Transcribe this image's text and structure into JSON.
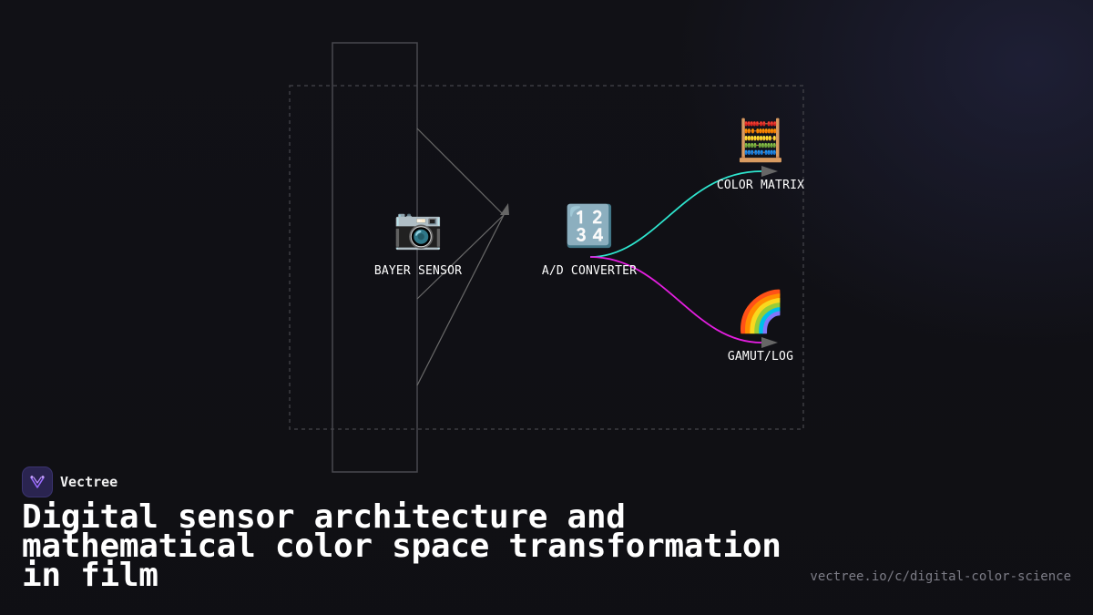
{
  "diagram": {
    "nodes": [
      {
        "id": "bayer-sensor",
        "label": "BAYER SENSOR",
        "icon": "camera-icon",
        "glyph": "📷"
      },
      {
        "id": "ad-converter",
        "label": "A/D CONVERTER",
        "icon": "numbers-1234-icon",
        "glyph": "🔢"
      },
      {
        "id": "color-matrix",
        "label": "COLOR MATRIX",
        "icon": "abacus-icon",
        "glyph": "🧮"
      },
      {
        "id": "gamut-log",
        "label": "GAMUT/LOG",
        "icon": "rainbow-icon",
        "glyph": "🌈"
      }
    ],
    "edges": [
      {
        "from": "bayer-sensor",
        "to": "ad-converter",
        "color": "#777777"
      },
      {
        "from": "ad-converter",
        "to": "color-matrix",
        "color": "#2ee6cf"
      },
      {
        "from": "ad-converter",
        "to": "gamut-log",
        "color": "#e41ee0"
      }
    ]
  },
  "brand": {
    "name": "Vectree",
    "icon": "vectree-logo-icon",
    "accent": "#8f5bff"
  },
  "headline": "Digital sensor architecture and mathematical color space transformation in film",
  "url": "vectree.io/c/digital-color-science",
  "colors": {
    "background": "#111116",
    "frame": "#4a4a50",
    "arrow": "#666666"
  }
}
